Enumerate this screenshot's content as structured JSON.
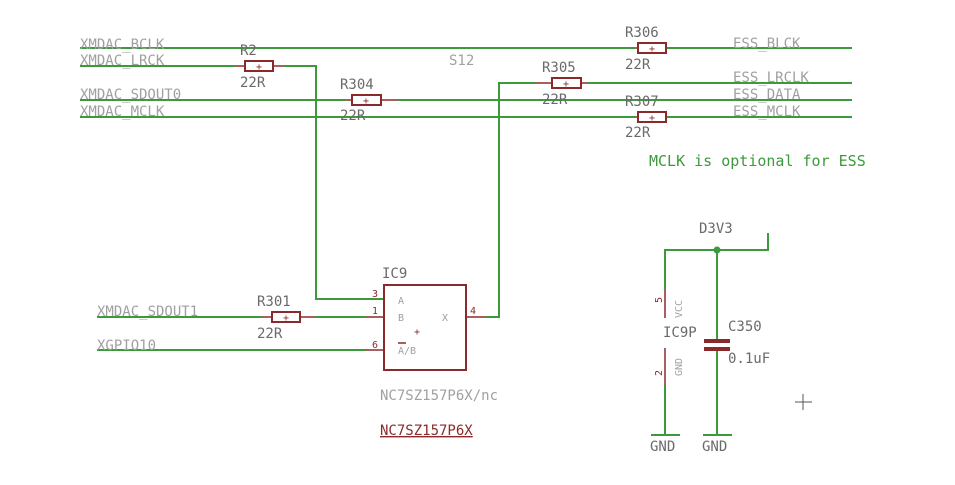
{
  "nets_left": {
    "bclk": "XMDAC_BCLK",
    "lrck": "XMDAC_LRCK",
    "sdout0": "XMDAC_SDOUT0",
    "mclk": "XMDAC_MCLK",
    "sdout1": "XMDAC_SDOUT1",
    "gpio10": "XGPIO10"
  },
  "nets_right": {
    "bclk": "ESS_BLCK",
    "lrclk": "ESS_LRCLK",
    "data": "ESS_DATA",
    "mclk": "ESS_MCLK"
  },
  "sheet_label": "S12",
  "resistors": {
    "r2": {
      "name": "R2",
      "value": "22R"
    },
    "r304": {
      "name": "R304",
      "value": "22R"
    },
    "r305": {
      "name": "R305",
      "value": "22R"
    },
    "r306": {
      "name": "R306",
      "value": "22R"
    },
    "r307": {
      "name": "R307",
      "value": "22R"
    },
    "r301": {
      "name": "R301",
      "value": "22R"
    }
  },
  "note": "MCLK is optional for ESS",
  "ic9": {
    "name": "IC9",
    "pin_a": "A",
    "pin_b": "B",
    "pin_sel": "A/B",
    "pin_x": "X",
    "pin_a_num": "3",
    "pin_b_num": "1",
    "pin_sel_num": "6",
    "pin_x_num": "4",
    "value": "NC7SZ157P6X/nc",
    "part": "NC7SZ157P6X"
  },
  "power": {
    "rail": "D3V3",
    "unit": "IC9P",
    "vcc_label": "VCC",
    "gnd_label": "GND",
    "vcc_pin": "5",
    "gnd_pin": "2",
    "gnd1": "GND",
    "gnd2": "GND"
  },
  "cap": {
    "name": "C350",
    "value": "0.1uF"
  }
}
